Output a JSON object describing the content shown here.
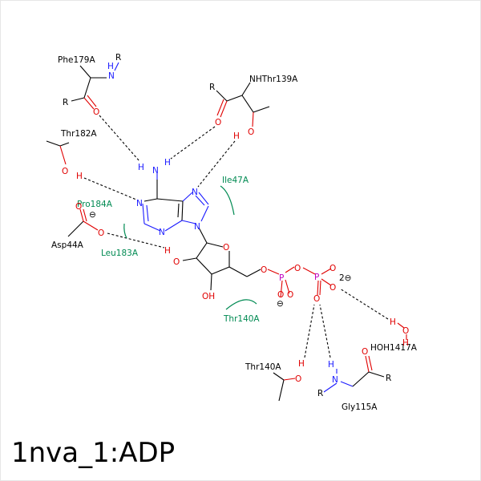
{
  "title": "1nva_1:ADP",
  "residues": {
    "phe179": "Phe179A",
    "thr139": "NHThr139A",
    "thr182": "Thr182A",
    "asp44": "Asp44A",
    "thr140_top": "Thr140A",
    "gly115": "Gly115A",
    "hoh1417": "HOH1417A"
  },
  "hydrophobic": {
    "ile47": "Ile47A",
    "pro184": "Pro184A",
    "leu183": "Leu183A",
    "thr140": "Thr140A"
  },
  "atoms": {
    "R": "R",
    "N": "N",
    "H": "H",
    "O": "O",
    "P": "P",
    "OH": "OH",
    "minus": "⊖",
    "charge2": "2⊖"
  }
}
